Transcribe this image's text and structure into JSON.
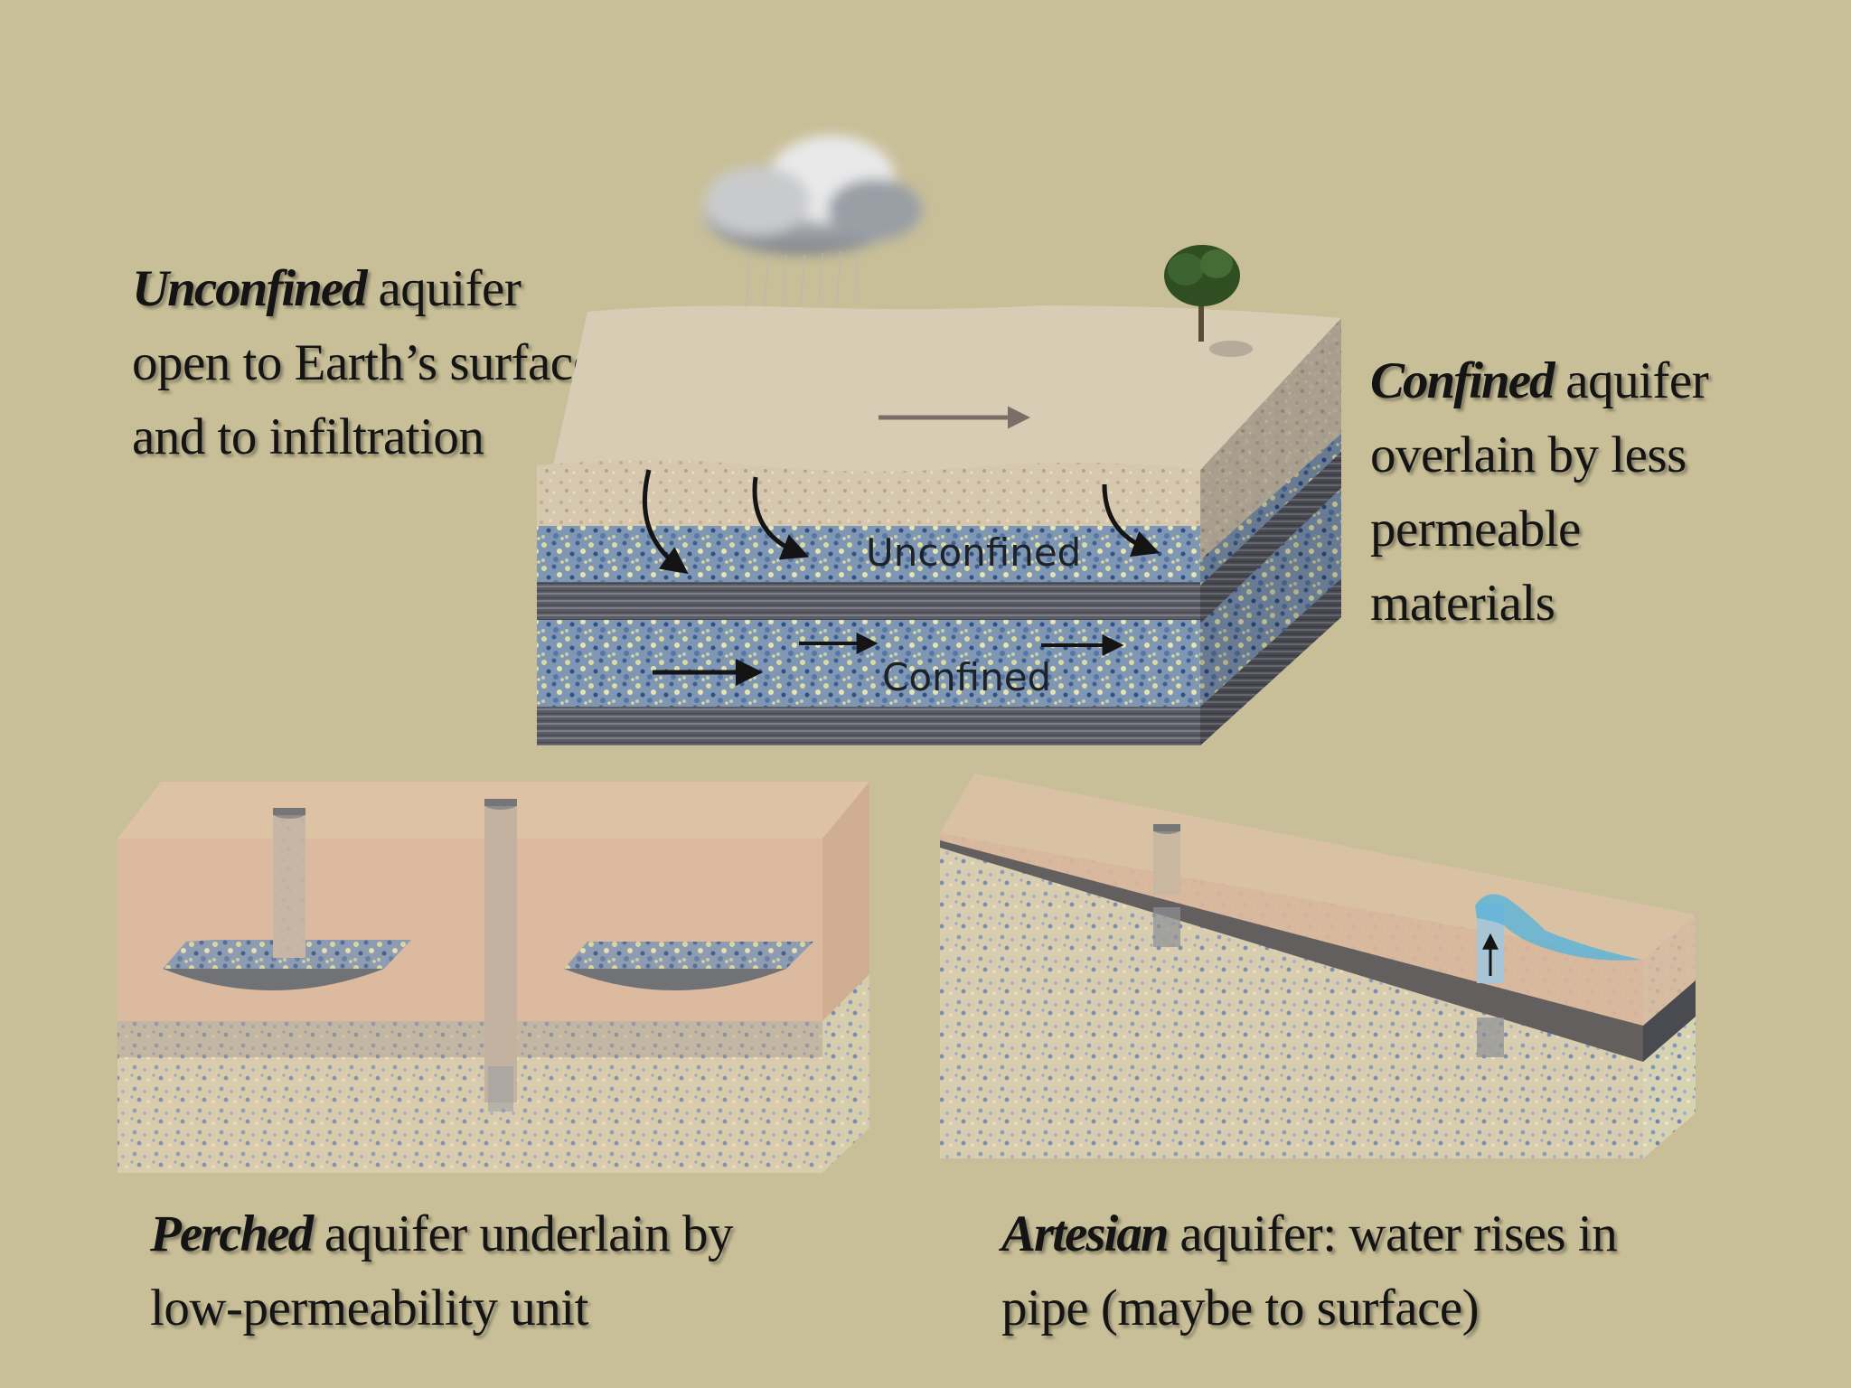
{
  "captions": {
    "unconfined": {
      "emphasis": "Unconfined",
      "rest": " aquifer",
      "lines": [
        "open to Earth’s surface",
        "and to infiltration"
      ]
    },
    "confined": {
      "emphasis": "Confined",
      "rest": " aquifer",
      "lines": [
        "overlain by less",
        "permeable",
        "materials"
      ]
    },
    "perched": {
      "emphasis": "Perched",
      "rest": " aquifer underlain by",
      "lines": [
        "low-permeability unit"
      ]
    },
    "artesian": {
      "emphasis": "Artesian",
      "rest": " aquifer: water rises in",
      "lines": [
        "pipe (maybe to surface)"
      ]
    }
  },
  "block_labels": {
    "unconfined_layer": "Unconfined",
    "confined_layer": "Confined"
  },
  "colors": {
    "background": "#c8bf98",
    "soil": "#d8cbb3",
    "aquifer": "#5f7fa8",
    "aquitard": "#5c5c62",
    "water": "#5fb4d8",
    "block_tint": "#d9b9a0"
  },
  "icons": [
    "cloud-icon",
    "tree-icon",
    "well-pipe-icon",
    "flow-arrow-icon"
  ]
}
